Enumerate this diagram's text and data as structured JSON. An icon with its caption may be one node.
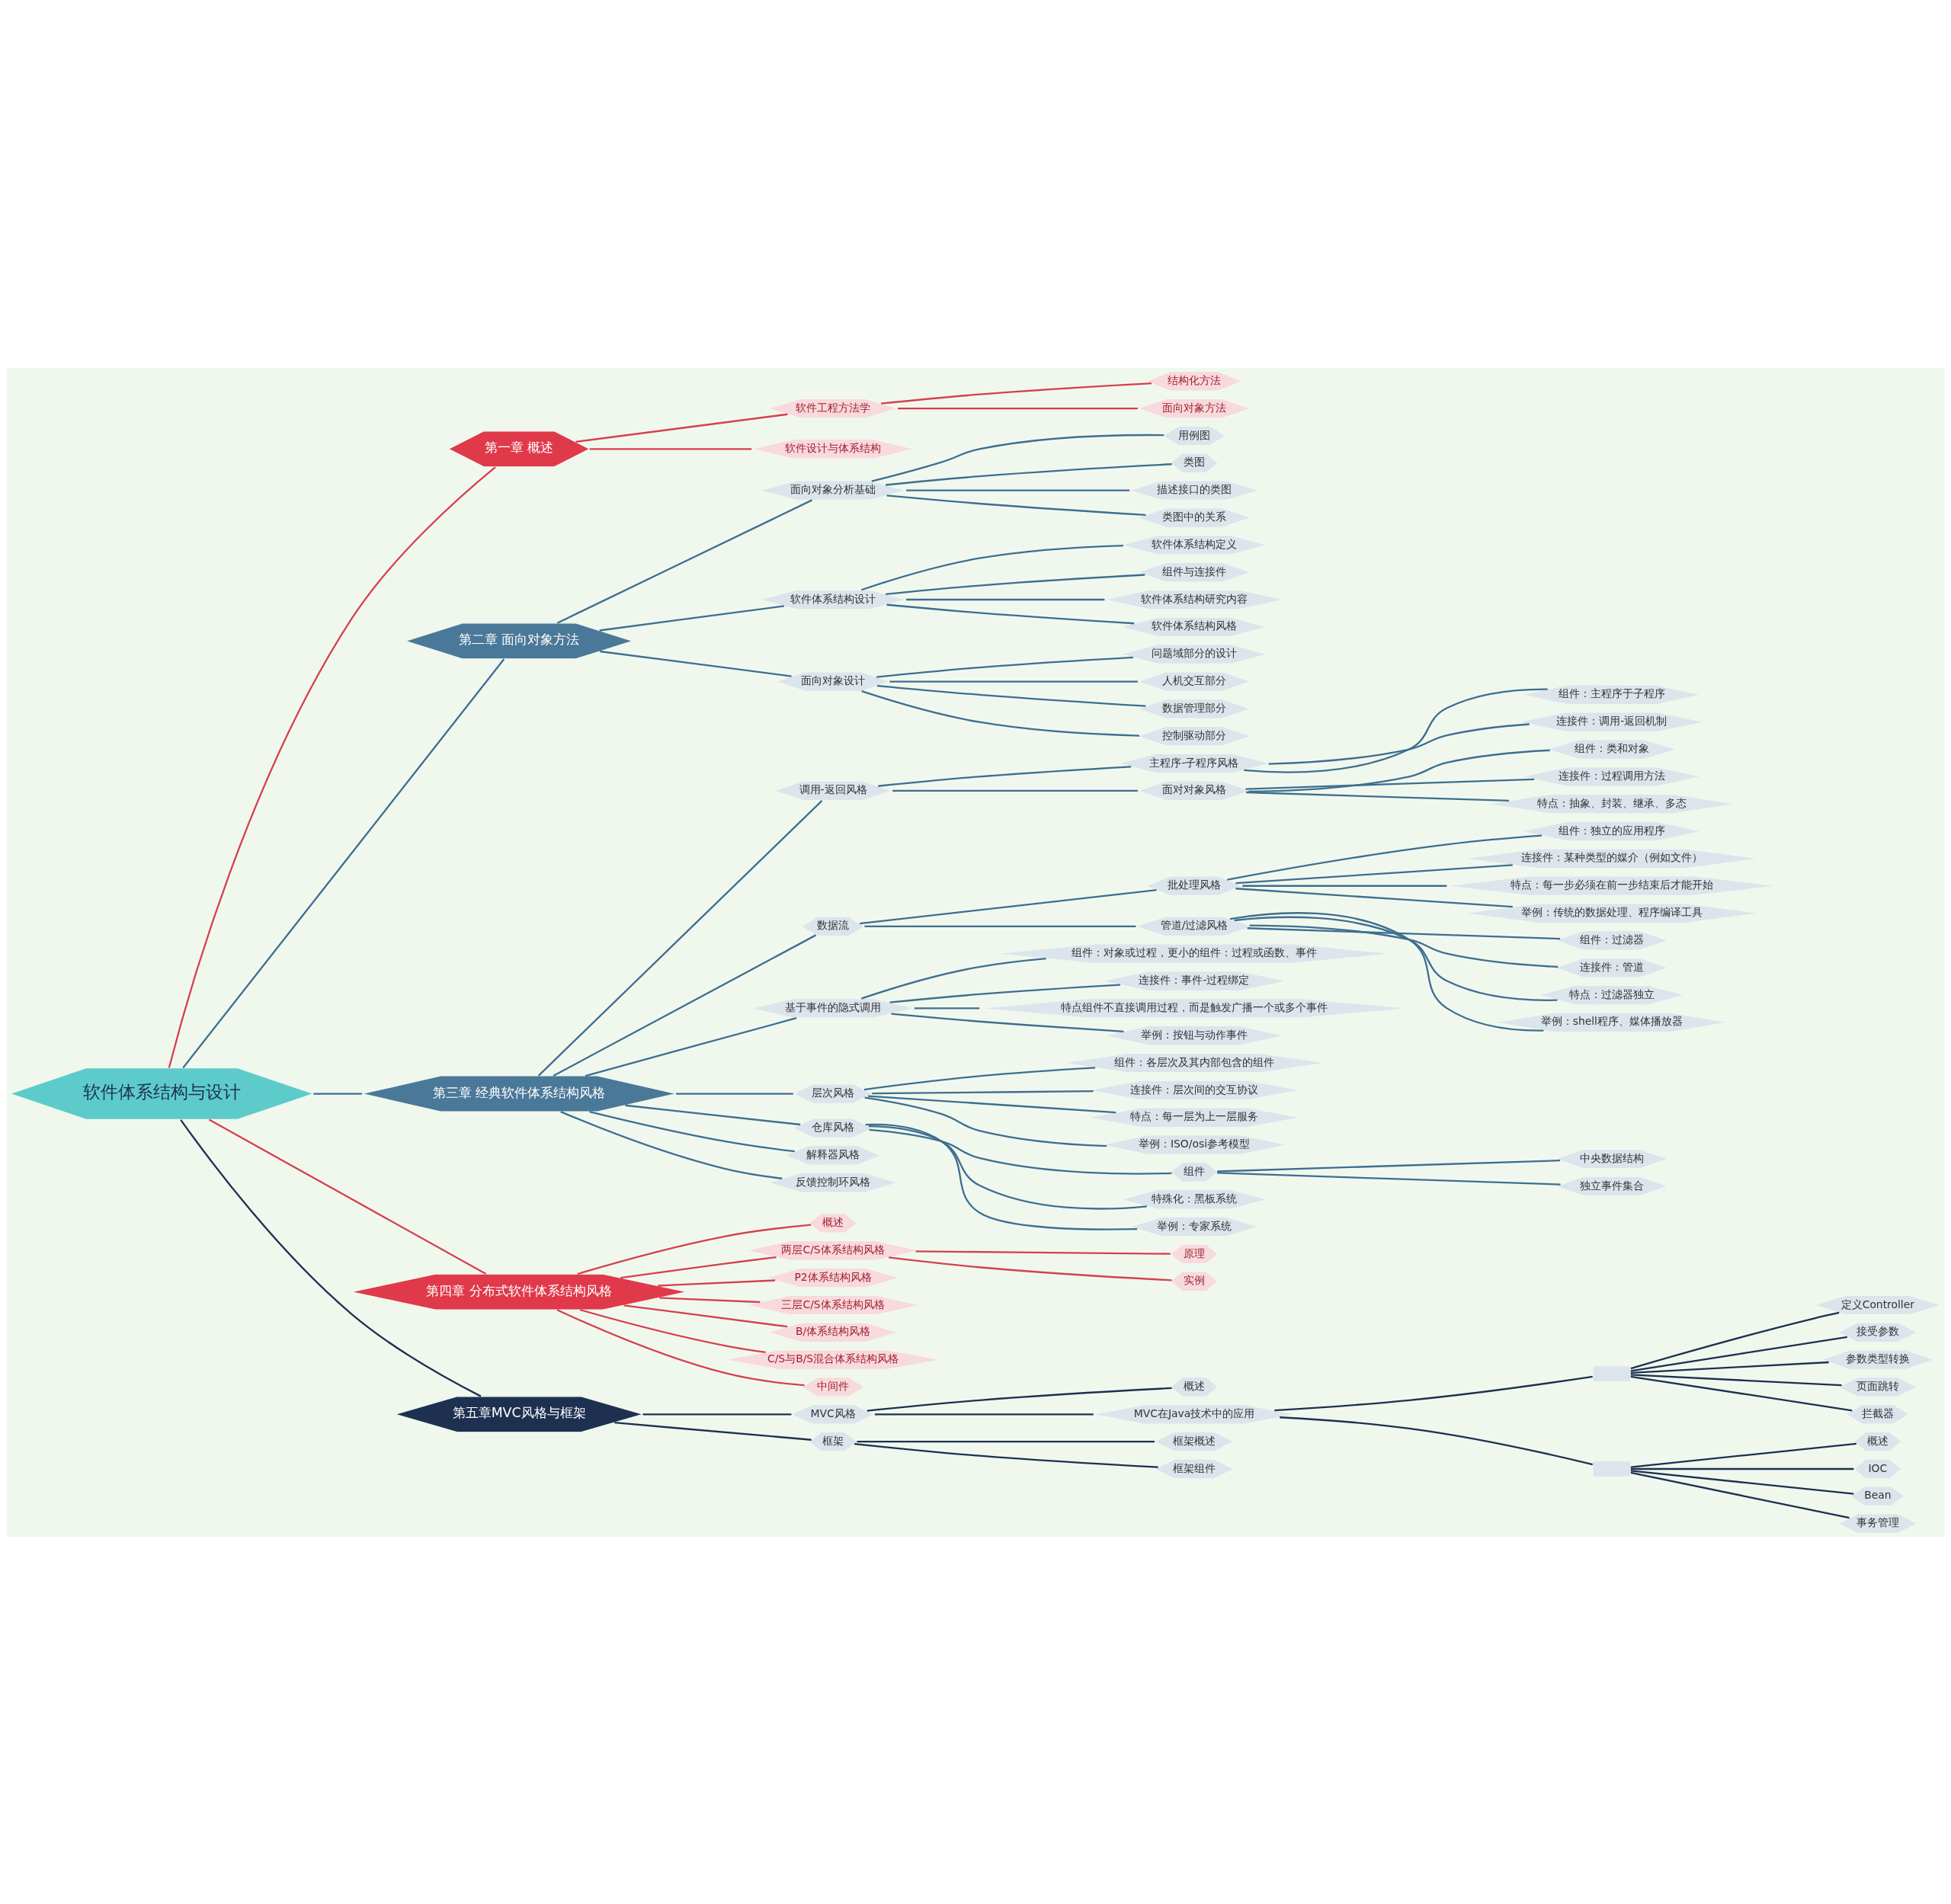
{
  "diagram": {
    "nodes": [
      {
        "text": [
          "软件体系结构与设计"
        ]
      },
      {
        "text": [
          "第一章 概述"
        ]
      },
      {
        "text": [
          "软件工程方法学"
        ]
      },
      {
        "text": [
          "结构化方法"
        ]
      },
      {
        "text": [
          "面向对象方法"
        ]
      },
      {
        "text": [
          "软件设计与体系结构"
        ]
      },
      {
        "text": [
          "第二章 面向对象方法"
        ]
      },
      {
        "text": [
          "面向对象分析基础"
        ]
      },
      {
        "text": [
          "用例图"
        ]
      },
      {
        "text": [
          "类图"
        ]
      },
      {
        "text": [
          "描述接口的类图"
        ]
      },
      {
        "text": [
          "类图中的关系"
        ]
      },
      {
        "text": [
          "软件体系结构设计"
        ]
      },
      {
        "text": [
          "软件体系结构定义"
        ]
      },
      {
        "text": [
          "组件与连接件"
        ]
      },
      {
        "text": [
          "软件体系结构研究内容"
        ]
      },
      {
        "text": [
          "软件体系结构风格"
        ]
      },
      {
        "text": [
          "面向对象设计"
        ]
      },
      {
        "text": [
          "问题域部分的设计"
        ]
      },
      {
        "text": [
          "人机交互部分"
        ]
      },
      {
        "text": [
          "数据管理部分"
        ]
      },
      {
        "text": [
          "控制驱动部分"
        ]
      },
      {
        "text": [
          "第三章 经典软件体系结构风格"
        ]
      },
      {
        "text": [
          "调用-返回风格"
        ]
      },
      {
        "text": [
          "主程序-子程序风格"
        ]
      },
      {
        "text": [
          "组件：主程序于子程序"
        ]
      },
      {
        "text": [
          "连接件：调用-返回机制"
        ]
      },
      {
        "text": [
          "面对对象风格"
        ]
      },
      {
        "text": [
          "组件：类和对象"
        ]
      },
      {
        "text": [
          "连接件：过程调用方法"
        ]
      },
      {
        "text": [
          "特点：抽象、封装、继承、多态"
        ]
      },
      {
        "text": [
          "数据流"
        ]
      },
      {
        "text": [
          "批处理风格"
        ]
      },
      {
        "text": [
          "组件：独立的应用程序"
        ]
      },
      {
        "text": [
          "连接件：某种类型的媒介（例如文件）"
        ]
      },
      {
        "text": [
          "特点：每一步必须在前一步结束后才能开始"
        ]
      },
      {
        "text": [
          "举例：传统的数据处理、程序编译工具"
        ]
      },
      {
        "text": [
          "管道/过滤风格"
        ]
      },
      {
        "text": [
          "组件：过滤器"
        ]
      },
      {
        "text": [
          "连接件：管道"
        ]
      },
      {
        "text": [
          "特点：过滤器独立"
        ]
      },
      {
        "text": [
          "举例：shell程序、媒体播放器"
        ]
      },
      {
        "text": [
          "基于事件的隐式调用"
        ]
      },
      {
        "text": [
          "组件：对象或过程，更小的组件：过程或函数、事件"
        ]
      },
      {
        "text": [
          "连接件：事件-过程绑定"
        ]
      },
      {
        "text": [
          "特点组件不直接调用过程，而是触发广播一个或多个事件"
        ]
      },
      {
        "text": [
          "举例：按钮与动作事件"
        ]
      },
      {
        "text": [
          "层次风格"
        ]
      },
      {
        "text": [
          "组件：各层次及其内部包含的组件"
        ]
      },
      {
        "text": [
          "连接件：层次间的交互协议"
        ]
      },
      {
        "text": [
          "特点：每一层为上一层服务"
        ]
      },
      {
        "text": [
          "举例：ISO/osi参考模型"
        ]
      },
      {
        "text": [
          "仓库风格"
        ]
      },
      {
        "text": [
          "组件"
        ]
      },
      {
        "text": [
          "中央数据结构"
        ]
      },
      {
        "text": [
          "独立事件集合"
        ]
      },
      {
        "text": [
          "特殊化：黑板系统"
        ]
      },
      {
        "text": [
          "举例：专家系统"
        ]
      },
      {
        "text": [
          "解释器风格"
        ]
      },
      {
        "text": [
          "反馈控制环风格"
        ]
      },
      {
        "text": [
          "第四章 分布式软件体系结构风格"
        ]
      },
      {
        "text": [
          "概述"
        ]
      },
      {
        "text": [
          "两层C/S体系结构风格"
        ]
      },
      {
        "text": [
          "原理"
        ]
      },
      {
        "text": [
          "实例"
        ]
      },
      {
        "text": [
          "P2体系结构风格"
        ]
      },
      {
        "text": [
          "三层C/S体系结构风格"
        ]
      },
      {
        "text": [
          "B/体系结构风格"
        ]
      },
      {
        "text": [
          "C/S与B/S混合体系结构风格"
        ]
      },
      {
        "text": [
          "中间件"
        ]
      },
      {
        "text": [
          "第五章MVC风格与框架"
        ]
      },
      {
        "text": [
          "MVC风格"
        ]
      },
      {
        "text": [
          "概述"
        ]
      },
      {
        "text": [
          "MVC在Java技术中的应用"
        ]
      },
      {
        "text": [],
        "shape": "box"
      },
      {
        "text": [
          "定义Controller"
        ]
      },
      {
        "text": [
          "接受参数"
        ]
      },
      {
        "text": [
          "参数类型转换"
        ]
      },
      {
        "text": [
          "页面跳转"
        ]
      },
      {
        "text": [
          "拦截器"
        ]
      },
      {
        "text": [],
        "shape": "box"
      },
      {
        "text": [
          "概述"
        ]
      },
      {
        "text": [
          "IOC"
        ]
      },
      {
        "text": [
          "Bean"
        ]
      },
      {
        "text": [
          "事务管理"
        ]
      },
      {
        "text": [
          "框架"
        ]
      },
      {
        "text": [
          "框架概述"
        ]
      },
      {
        "text": [
          "框架组件"
        ]
      }
    ],
    "edges": [
      {
        "from": 0,
        "to": 1,
        "arrow": "none",
        "color": "#d6404e"
      },
      {
        "from": 1,
        "to": 2,
        "arrow": "none",
        "color": "#d6404e"
      },
      {
        "from": 2,
        "to": 3,
        "arrow": "none",
        "color": "#d6404e"
      },
      {
        "from": 2,
        "to": 4,
        "arrow": "none",
        "color": "#d6404e"
      },
      {
        "from": 1,
        "to": 5,
        "arrow": "none",
        "color": "#d6404e"
      },
      {
        "from": 0,
        "to": 6,
        "arrow": "none"
      },
      {
        "from": 6,
        "to": 7,
        "arrow": "none"
      },
      {
        "from": 7,
        "to": 8,
        "arrow": "none"
      },
      {
        "from": 7,
        "to": 9,
        "arrow": "none"
      },
      {
        "from": 7,
        "to": 10,
        "arrow": "none"
      },
      {
        "from": 7,
        "to": 11,
        "arrow": "none"
      },
      {
        "from": 6,
        "to": 12,
        "arrow": "none"
      },
      {
        "from": 12,
        "to": 13,
        "arrow": "none"
      },
      {
        "from": 12,
        "to": 14,
        "arrow": "none"
      },
      {
        "from": 12,
        "to": 15,
        "arrow": "none"
      },
      {
        "from": 12,
        "to": 16,
        "arrow": "none"
      },
      {
        "from": 6,
        "to": 17,
        "arrow": "none"
      },
      {
        "from": 17,
        "to": 18,
        "arrow": "none"
      },
      {
        "from": 17,
        "to": 19,
        "arrow": "none"
      },
      {
        "from": 17,
        "to": 20,
        "arrow": "none"
      },
      {
        "from": 17,
        "to": 21,
        "arrow": "none"
      },
      {
        "from": 0,
        "to": 22,
        "arrow": "none"
      },
      {
        "from": 22,
        "to": 23,
        "arrow": "none"
      },
      {
        "from": 23,
        "to": 24,
        "arrow": "none"
      },
      {
        "from": 24,
        "to": 25,
        "arrow": "none"
      },
      {
        "from": 24,
        "to": 26,
        "arrow": "none"
      },
      {
        "from": 23,
        "to": 27,
        "arrow": "none"
      },
      {
        "from": 27,
        "to": 28,
        "arrow": "none"
      },
      {
        "from": 27,
        "to": 29,
        "arrow": "none"
      },
      {
        "from": 27,
        "to": 30,
        "arrow": "none"
      },
      {
        "from": 22,
        "to": 31,
        "arrow": "none"
      },
      {
        "from": 31,
        "to": 32,
        "arrow": "none"
      },
      {
        "from": 32,
        "to": 33,
        "arrow": "none"
      },
      {
        "from": 32,
        "to": 34,
        "arrow": "none"
      },
      {
        "from": 32,
        "to": 35,
        "arrow": "none"
      },
      {
        "from": 32,
        "to": 36,
        "arrow": "none"
      },
      {
        "from": 31,
        "to": 37,
        "arrow": "none"
      },
      {
        "from": 37,
        "to": 38,
        "arrow": "none"
      },
      {
        "from": 37,
        "to": 39,
        "arrow": "none"
      },
      {
        "from": 37,
        "to": 40,
        "arrow": "none"
      },
      {
        "from": 37,
        "to": 41,
        "arrow": "none"
      },
      {
        "from": 22,
        "to": 42,
        "arrow": "none"
      },
      {
        "from": 42,
        "to": 43,
        "arrow": "none"
      },
      {
        "from": 42,
        "to": 44,
        "arrow": "none"
      },
      {
        "from": 42,
        "to": 45,
        "arrow": "none"
      },
      {
        "from": 42,
        "to": 46,
        "arrow": "none"
      },
      {
        "from": 22,
        "to": 47,
        "arrow": "none"
      },
      {
        "from": 47,
        "to": 48,
        "arrow": "none"
      },
      {
        "from": 47,
        "to": 49,
        "arrow": "none"
      },
      {
        "from": 47,
        "to": 50,
        "arrow": "none"
      },
      {
        "from": 47,
        "to": 51,
        "arrow": "none"
      },
      {
        "from": 22,
        "to": 52,
        "arrow": "none"
      },
      {
        "from": 52,
        "to": 53,
        "arrow": "none"
      },
      {
        "from": 53,
        "to": 54,
        "arrow": "none"
      },
      {
        "from": 53,
        "to": 55,
        "arrow": "none"
      },
      {
        "from": 52,
        "to": 56,
        "arrow": "none"
      },
      {
        "from": 52,
        "to": 57,
        "arrow": "none"
      },
      {
        "from": 22,
        "to": 58,
        "arrow": "none"
      },
      {
        "from": 22,
        "to": 59,
        "arrow": "none"
      },
      {
        "from": 0,
        "to": 60,
        "arrow": "none",
        "color": "#d6404e"
      },
      {
        "from": 60,
        "to": 61,
        "arrow": "none",
        "color": "#d6404e"
      },
      {
        "from": 60,
        "to": 62,
        "arrow": "none",
        "color": "#d6404e"
      },
      {
        "from": 62,
        "to": 63,
        "arrow": "none",
        "color": "#d6404e"
      },
      {
        "from": 62,
        "to": 64,
        "arrow": "none",
        "color": "#d6404e"
      },
      {
        "from": 60,
        "to": 65,
        "arrow": "none",
        "color": "#d6404e"
      },
      {
        "from": 60,
        "to": 66,
        "arrow": "none",
        "color": "#d6404e"
      },
      {
        "from": 60,
        "to": 67,
        "arrow": "none",
        "color": "#d6404e"
      },
      {
        "from": 60,
        "to": 68,
        "arrow": "none",
        "color": "#d6404e"
      },
      {
        "from": 60,
        "to": 69,
        "arrow": "none",
        "color": "#d6404e"
      },
      {
        "from": 0,
        "to": 70,
        "arrow": "none",
        "color": "#1e3050"
      },
      {
        "from": 70,
        "to": 71,
        "arrow": "none",
        "color": "#1e3050"
      },
      {
        "from": 71,
        "to": 72,
        "arrow": "none",
        "color": "#1e3050"
      },
      {
        "from": 71,
        "to": 73,
        "arrow": "none",
        "color": "#1e3050"
      },
      {
        "from": 73,
        "to": 74,
        "arrow": "none",
        "color": "#1e3050"
      },
      {
        "from": 74,
        "to": 75,
        "arrow": "none",
        "color": "#1e3050"
      },
      {
        "from": 74,
        "to": 76,
        "arrow": "none",
        "color": "#1e3050"
      },
      {
        "from": 74,
        "to": 77,
        "arrow": "none",
        "color": "#1e3050"
      },
      {
        "from": 74,
        "to": 78,
        "arrow": "none",
        "color": "#1e3050"
      },
      {
        "from": 74,
        "to": 79,
        "arrow": "none",
        "color": "#1e3050"
      },
      {
        "from": 73,
        "to": 80,
        "arrow": "none",
        "color": "#1e3050"
      },
      {
        "from": 80,
        "to": 81,
        "arrow": "none",
        "color": "#1e3050"
      },
      {
        "from": 80,
        "to": 82,
        "arrow": "none",
        "color": "#1e3050"
      },
      {
        "from": 80,
        "to": 83,
        "arrow": "none",
        "color": "#1e3050"
      },
      {
        "from": 80,
        "to": 84,
        "arrow": "none",
        "color": "#1e3050"
      },
      {
        "from": 70,
        "to": 85,
        "arrow": "none",
        "color": "#1e3050"
      },
      {
        "from": 85,
        "to": 86,
        "arrow": "none",
        "color": "#1e3050"
      },
      {
        "from": 85,
        "to": 87,
        "arrow": "none",
        "color": "#1e3050"
      }
    ]
  }
}
